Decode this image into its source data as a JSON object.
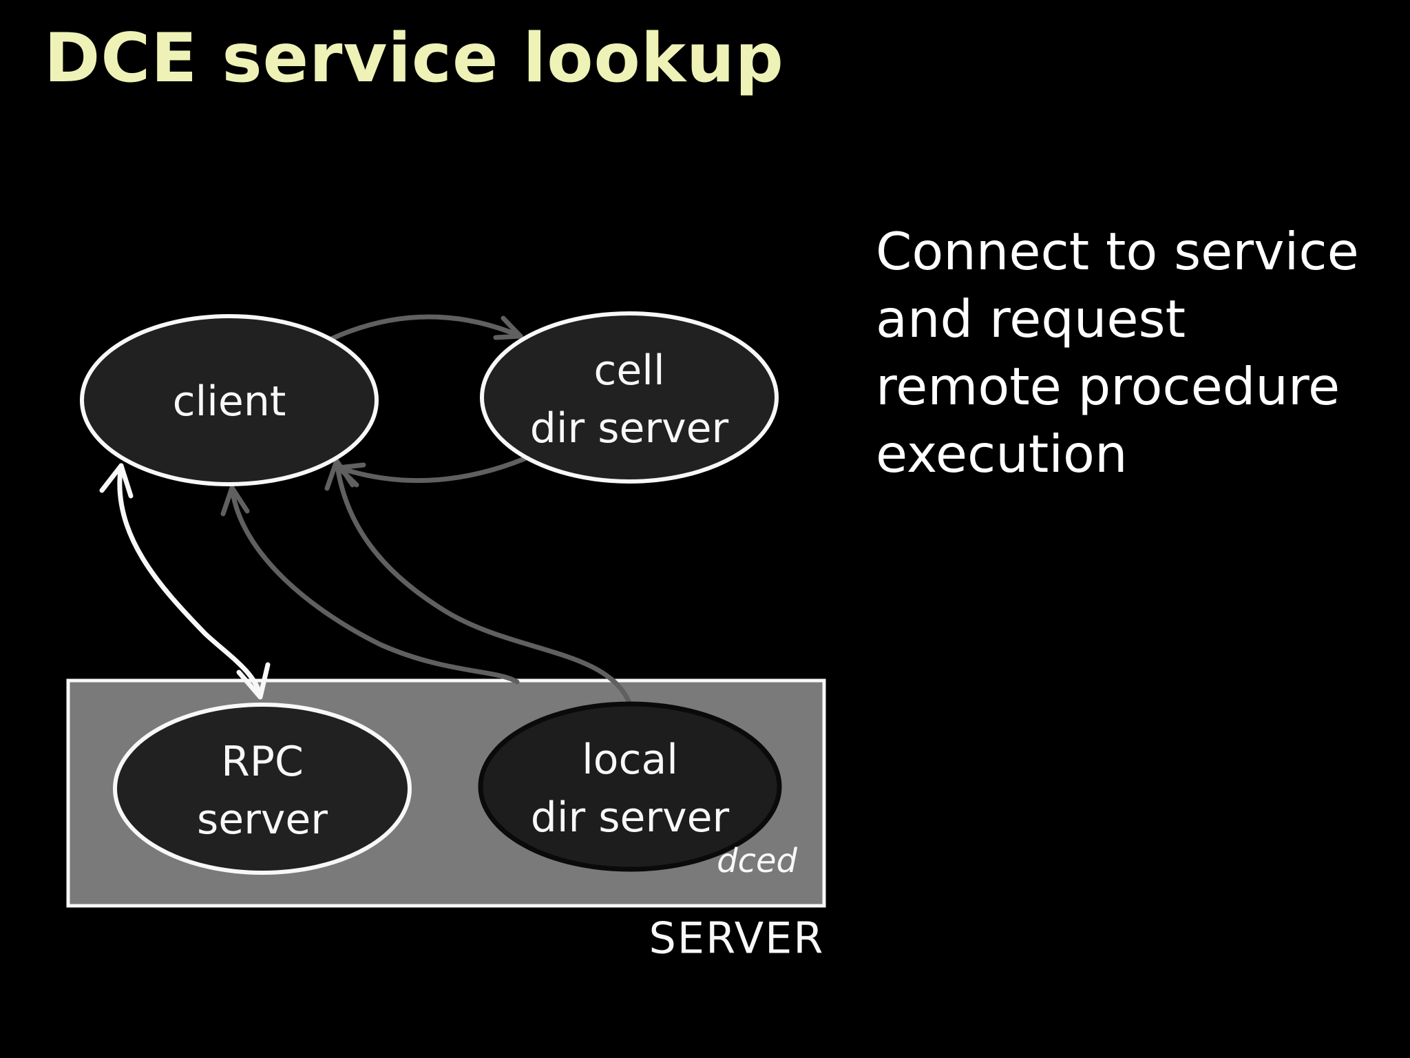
{
  "slide": {
    "title": "DCE service lookup",
    "title_color": "#eef2b6",
    "background_color": "#000000"
  },
  "side_note": {
    "lines": [
      "Connect to service",
      "and request",
      "remote procedure",
      "execution"
    ]
  },
  "diagram": {
    "nodes": {
      "client": {
        "label": "client"
      },
      "cell_dir_server": {
        "line1": "cell",
        "line2": "dir server"
      },
      "rpc_server": {
        "line1": "RPC",
        "line2": "server"
      },
      "local_dir_server": {
        "line1": "local",
        "line2": "dir server"
      }
    },
    "server_box": {
      "caption": "SERVER",
      "daemon_label": "dced",
      "fill": "#7a7a7a",
      "border_color": "#f8f8f8"
    },
    "colors": {
      "node_fill": "#212121",
      "node_stroke_white": "#f8f8f8",
      "node_stroke_black": "#0a0a0a",
      "arrow_gray": "#606060",
      "arrow_white": "#f8f8f8"
    },
    "edges": [
      {
        "from": "client",
        "to": "cell_dir_server",
        "color": "gray",
        "arrowhead_at": "cell_dir_server"
      },
      {
        "from": "cell_dir_server",
        "to": "client",
        "color": "gray",
        "arrowhead_at": "client"
      },
      {
        "from": "rpc_server",
        "to": "client",
        "color": "white",
        "arrowhead_at": "both"
      },
      {
        "from": "server_box",
        "to": "client",
        "color": "gray",
        "arrowhead_at": "client"
      },
      {
        "from": "local_dir_server",
        "to": "client",
        "color": "gray",
        "arrowhead_at": "client"
      }
    ]
  }
}
